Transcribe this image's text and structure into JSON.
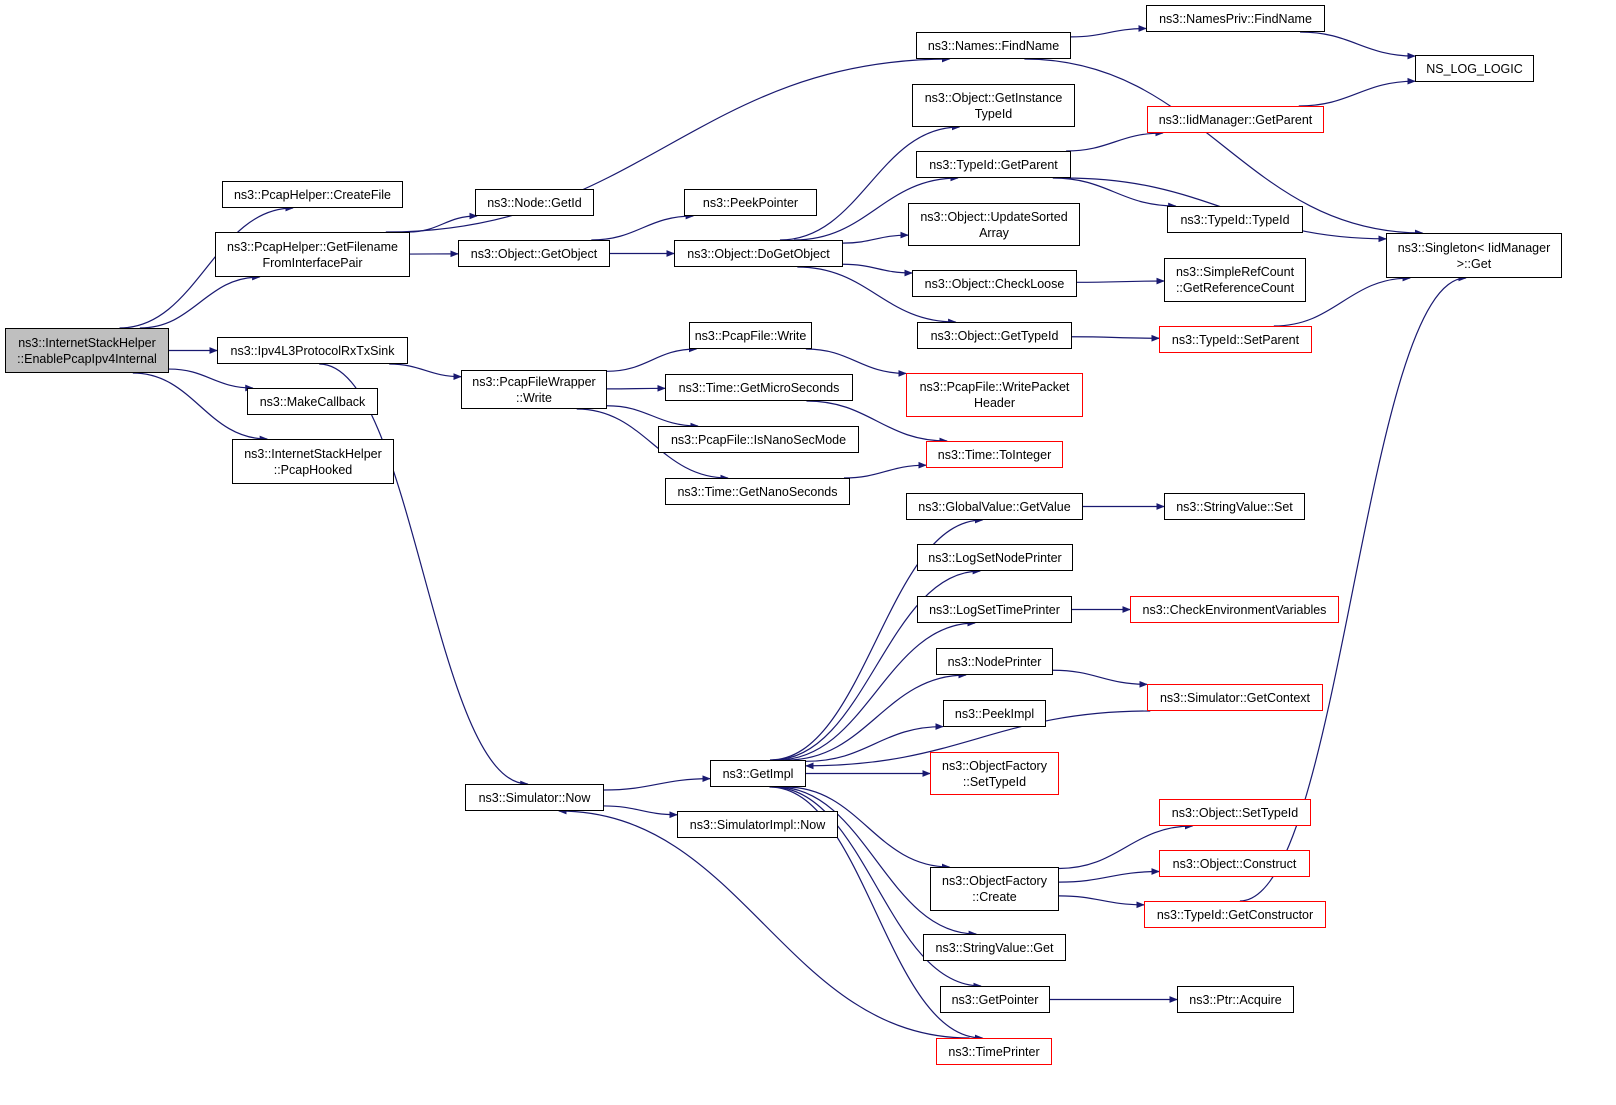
{
  "colors": {
    "edge": "#191970",
    "node_border": "#000000",
    "truncated_border": "#ff0000",
    "root_fill": "#bfbfbf"
  },
  "nodes": [
    {
      "id": "root",
      "label": "ns3::InternetStackHelper\n::EnablePcapIpv4Internal",
      "style": "root"
    },
    {
      "id": "createFile",
      "label": "ns3::PcapHelper::CreateFile",
      "style": "normal"
    },
    {
      "id": "getFilename",
      "label": "ns3::PcapHelper::GetFilename\nFromInterfacePair",
      "style": "normal"
    },
    {
      "id": "ipv4sink",
      "label": "ns3::Ipv4L3ProtocolRxTxSink",
      "style": "normal"
    },
    {
      "id": "makeCallback",
      "label": "ns3::MakeCallback",
      "style": "normal"
    },
    {
      "id": "pcapHooked",
      "label": "ns3::InternetStackHelper\n::PcapHooked",
      "style": "normal"
    },
    {
      "id": "namesFind",
      "label": "ns3::Names::FindName",
      "style": "normal"
    },
    {
      "id": "namesPrivFind",
      "label": "ns3::NamesPriv::FindName",
      "style": "normal"
    },
    {
      "id": "nsLogLogic",
      "label": "NS_LOG_LOGIC",
      "style": "normal"
    },
    {
      "id": "nodeGetId",
      "label": "ns3::Node::GetId",
      "style": "normal"
    },
    {
      "id": "objGetObject",
      "label": "ns3::Object::GetObject",
      "style": "normal"
    },
    {
      "id": "peekPointer",
      "label": "ns3::PeekPointer",
      "style": "normal"
    },
    {
      "id": "doGetObject",
      "label": "ns3::Object::DoGetObject",
      "style": "normal"
    },
    {
      "id": "getInstanceTypeId",
      "label": "ns3::Object::GetInstance\nTypeId",
      "style": "normal"
    },
    {
      "id": "typeIdGetParent",
      "label": "ns3::TypeId::GetParent",
      "style": "normal"
    },
    {
      "id": "iidGetParent",
      "label": "ns3::IidManager::GetParent",
      "style": "red"
    },
    {
      "id": "typeIdTypeId",
      "label": "ns3::TypeId::TypeId",
      "style": "normal"
    },
    {
      "id": "updateSorted",
      "label": "ns3::Object::UpdateSorted\nArray",
      "style": "normal"
    },
    {
      "id": "checkLoose",
      "label": "ns3::Object::CheckLoose",
      "style": "normal"
    },
    {
      "id": "simpleRefCount",
      "label": "ns3::SimpleRefCount\n::GetReferenceCount",
      "style": "normal"
    },
    {
      "id": "objGetTypeId",
      "label": "ns3::Object::GetTypeId",
      "style": "normal"
    },
    {
      "id": "typeIdSetParent",
      "label": "ns3::TypeId::SetParent",
      "style": "red"
    },
    {
      "id": "singletonGet",
      "label": "ns3::Singleton< IidManager\n>::Get",
      "style": "normal"
    },
    {
      "id": "pcapFileWrapperWrite",
      "label": "ns3::PcapFileWrapper\n::Write",
      "style": "normal"
    },
    {
      "id": "pcapFileWrite",
      "label": "ns3::PcapFile::Write",
      "style": "normal"
    },
    {
      "id": "getMicroSeconds",
      "label": "ns3::Time::GetMicroSeconds",
      "style": "normal"
    },
    {
      "id": "isNanoSecMode",
      "label": "ns3::PcapFile::IsNanoSecMode",
      "style": "normal"
    },
    {
      "id": "getNanoSeconds",
      "label": "ns3::Time::GetNanoSeconds",
      "style": "normal"
    },
    {
      "id": "writePacketHeader",
      "label": "ns3::PcapFile::WritePacket\nHeader",
      "style": "red"
    },
    {
      "id": "timeToInteger",
      "label": "ns3::Time::ToInteger",
      "style": "red"
    },
    {
      "id": "globalValueGetValue",
      "label": "ns3::GlobalValue::GetValue",
      "style": "normal"
    },
    {
      "id": "stringValueSet",
      "label": "ns3::StringValue::Set",
      "style": "normal"
    },
    {
      "id": "logSetNodePrinter",
      "label": "ns3::LogSetNodePrinter",
      "style": "normal"
    },
    {
      "id": "logSetTimePrinter",
      "label": "ns3::LogSetTimePrinter",
      "style": "normal"
    },
    {
      "id": "checkEnvVars",
      "label": "ns3::CheckEnvironmentVariables",
      "style": "red"
    },
    {
      "id": "nodePrinter",
      "label": "ns3::NodePrinter",
      "style": "normal"
    },
    {
      "id": "simGetContext",
      "label": "ns3::Simulator::GetContext",
      "style": "red"
    },
    {
      "id": "peekImpl",
      "label": "ns3::PeekImpl",
      "style": "normal"
    },
    {
      "id": "objFactorySetTypeId",
      "label": "ns3::ObjectFactory\n::SetTypeId",
      "style": "red"
    },
    {
      "id": "getImpl",
      "label": "ns3::GetImpl",
      "style": "normal"
    },
    {
      "id": "simNow",
      "label": "ns3::Simulator::Now",
      "style": "normal"
    },
    {
      "id": "simImplNow",
      "label": "ns3::SimulatorImpl::Now",
      "style": "normal"
    },
    {
      "id": "objSetTypeId",
      "label": "ns3::Object::SetTypeId",
      "style": "red"
    },
    {
      "id": "objConstruct",
      "label": "ns3::Object::Construct",
      "style": "red"
    },
    {
      "id": "objFactoryCreate",
      "label": "ns3::ObjectFactory\n::Create",
      "style": "normal"
    },
    {
      "id": "typeIdGetConstructor",
      "label": "ns3::TypeId::GetConstructor",
      "style": "red"
    },
    {
      "id": "stringValueGet",
      "label": "ns3::StringValue::Get",
      "style": "normal"
    },
    {
      "id": "getPointer",
      "label": "ns3::GetPointer",
      "style": "normal"
    },
    {
      "id": "ptrAcquire",
      "label": "ns3::Ptr::Acquire",
      "style": "normal"
    },
    {
      "id": "timePrinter",
      "label": "ns3::TimePrinter",
      "style": "red"
    }
  ],
  "edges": [
    {
      "from": "root",
      "to": "createFile"
    },
    {
      "from": "root",
      "to": "getFilename"
    },
    {
      "from": "root",
      "to": "ipv4sink"
    },
    {
      "from": "root",
      "to": "makeCallback"
    },
    {
      "from": "root",
      "to": "pcapHooked"
    },
    {
      "from": "getFilename",
      "to": "namesFind"
    },
    {
      "from": "getFilename",
      "to": "nodeGetId"
    },
    {
      "from": "getFilename",
      "to": "objGetObject"
    },
    {
      "from": "namesFind",
      "to": "namesPrivFind"
    },
    {
      "from": "namesFind",
      "to": "singletonGet"
    },
    {
      "from": "namesPrivFind",
      "to": "nsLogLogic"
    },
    {
      "from": "objGetObject",
      "to": "peekPointer"
    },
    {
      "from": "objGetObject",
      "to": "doGetObject"
    },
    {
      "from": "doGetObject",
      "to": "getInstanceTypeId"
    },
    {
      "from": "doGetObject",
      "to": "typeIdGetParent"
    },
    {
      "from": "doGetObject",
      "to": "updateSorted"
    },
    {
      "from": "doGetObject",
      "to": "checkLoose"
    },
    {
      "from": "doGetObject",
      "to": "objGetTypeId"
    },
    {
      "from": "typeIdGetParent",
      "to": "iidGetParent"
    },
    {
      "from": "typeIdGetParent",
      "to": "singletonGet"
    },
    {
      "from": "typeIdGetParent",
      "to": "typeIdTypeId"
    },
    {
      "from": "iidGetParent",
      "to": "nsLogLogic"
    },
    {
      "from": "checkLoose",
      "to": "simpleRefCount"
    },
    {
      "from": "objGetTypeId",
      "to": "typeIdSetParent"
    },
    {
      "from": "typeIdSetParent",
      "to": "singletonGet"
    },
    {
      "from": "ipv4sink",
      "to": "pcapFileWrapperWrite"
    },
    {
      "from": "ipv4sink",
      "to": "simNow"
    },
    {
      "from": "pcapFileWrapperWrite",
      "to": "pcapFileWrite"
    },
    {
      "from": "pcapFileWrapperWrite",
      "to": "getMicroSeconds"
    },
    {
      "from": "pcapFileWrapperWrite",
      "to": "isNanoSecMode"
    },
    {
      "from": "pcapFileWrapperWrite",
      "to": "getNanoSeconds"
    },
    {
      "from": "pcapFileWrite",
      "to": "writePacketHeader"
    },
    {
      "from": "getMicroSeconds",
      "to": "timeToInteger"
    },
    {
      "from": "getNanoSeconds",
      "to": "timeToInteger"
    },
    {
      "from": "simNow",
      "to": "getImpl"
    },
    {
      "from": "simNow",
      "to": "simImplNow"
    },
    {
      "from": "getImpl",
      "to": "globalValueGetValue"
    },
    {
      "from": "getImpl",
      "to": "logSetNodePrinter"
    },
    {
      "from": "getImpl",
      "to": "logSetTimePrinter"
    },
    {
      "from": "getImpl",
      "to": "nodePrinter"
    },
    {
      "from": "getImpl",
      "to": "peekImpl"
    },
    {
      "from": "getImpl",
      "to": "objFactorySetTypeId"
    },
    {
      "from": "getImpl",
      "to": "objFactoryCreate"
    },
    {
      "from": "getImpl",
      "to": "stringValueGet"
    },
    {
      "from": "getImpl",
      "to": "getPointer"
    },
    {
      "from": "getImpl",
      "to": "timePrinter"
    },
    {
      "from": "globalValueGetValue",
      "to": "stringValueSet"
    },
    {
      "from": "logSetTimePrinter",
      "to": "checkEnvVars"
    },
    {
      "from": "nodePrinter",
      "to": "simGetContext"
    },
    {
      "from": "simGetContext",
      "to": "getImpl"
    },
    {
      "from": "objFactoryCreate",
      "to": "objSetTypeId"
    },
    {
      "from": "objFactoryCreate",
      "to": "objConstruct"
    },
    {
      "from": "objFactoryCreate",
      "to": "typeIdGetConstructor"
    },
    {
      "from": "typeIdGetConstructor",
      "to": "singletonGet"
    },
    {
      "from": "getPointer",
      "to": "ptrAcquire"
    },
    {
      "from": "timePrinter",
      "to": "simNow"
    }
  ]
}
